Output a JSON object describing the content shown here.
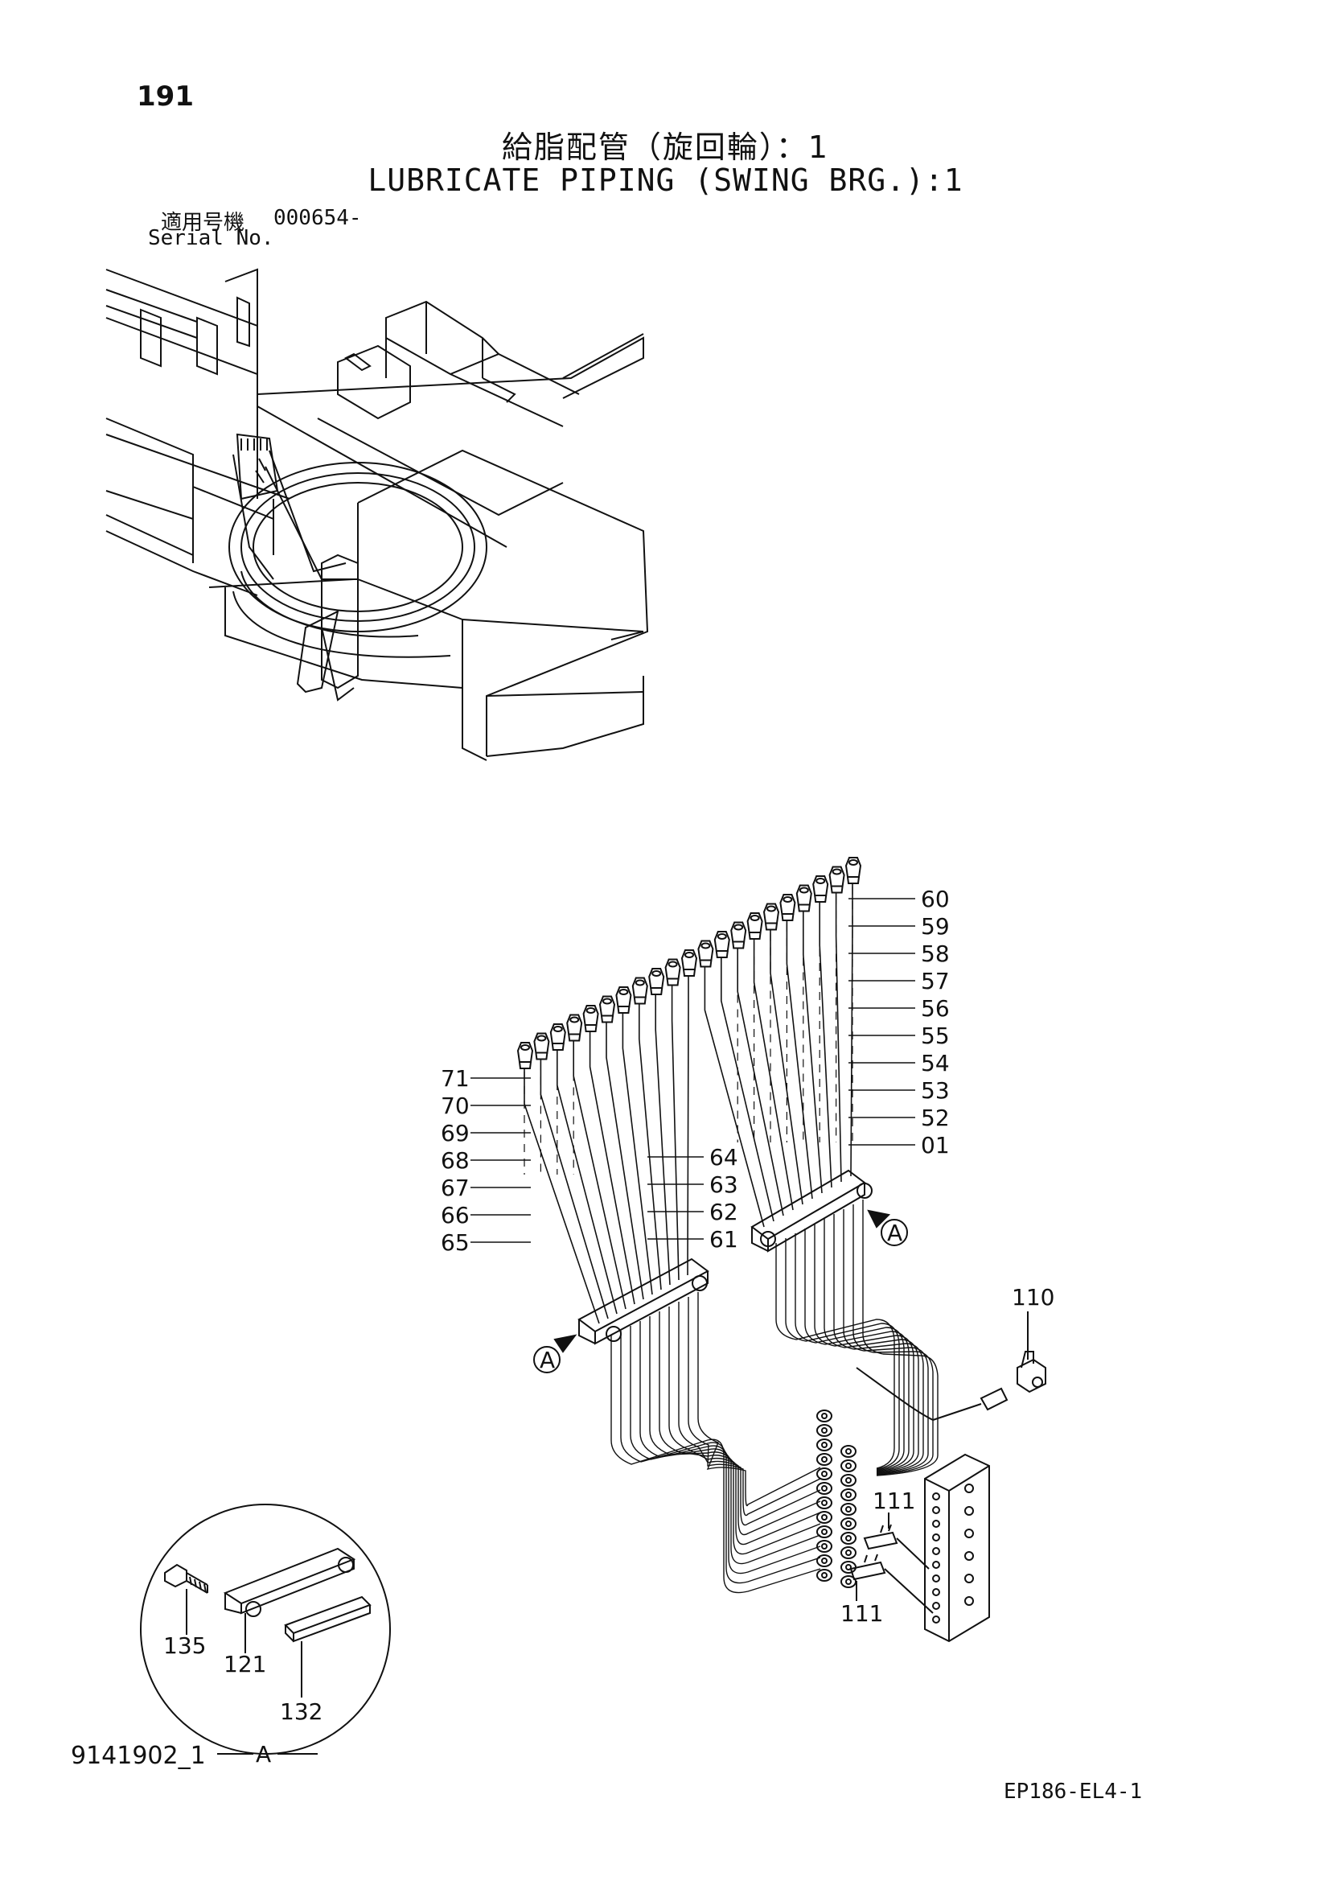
{
  "header": {
    "page_number": "191",
    "title_jp": "給脂配管（旋回輪）：1",
    "title_en": "LUBRICATE PIPING (SWING BRG.):1",
    "serial_label_jp": "適用号機",
    "serial_value": "000654-",
    "serial_label_en": "Serial No."
  },
  "callouts": {
    "right_column": [
      "60",
      "59",
      "58",
      "57",
      "56",
      "55",
      "54",
      "53",
      "52",
      "01"
    ],
    "left_column": [
      "71",
      "70",
      "69",
      "68",
      "67",
      "66",
      "65"
    ],
    "middle_column": [
      "64",
      "63",
      "62",
      "61"
    ],
    "fitting_top": "110",
    "fitting_a": "111",
    "fitting_b": "111",
    "detail_bolt": "135",
    "detail_bracket": "121",
    "detail_plate": "132",
    "view_marker": "A",
    "view_marker_right": "A",
    "view_marker_left": "A"
  },
  "footer": {
    "figure_id": "9141902_1",
    "doc_code": "EP186-EL4-1"
  }
}
